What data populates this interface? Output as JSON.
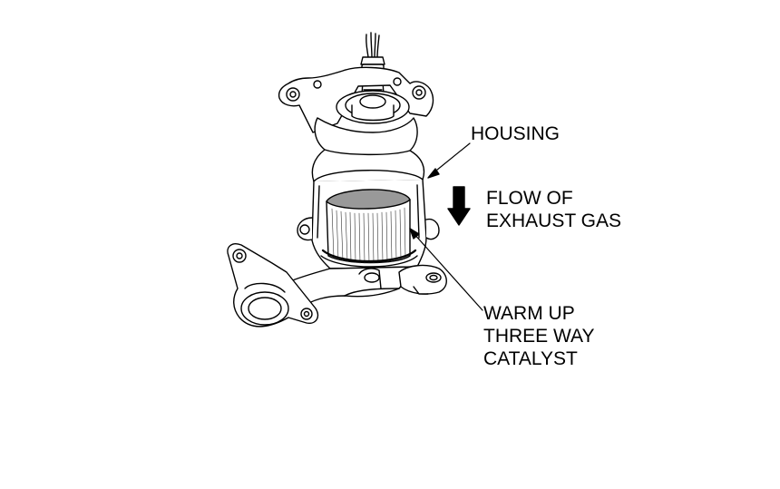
{
  "labels": {
    "housing": "HOUSING",
    "flow_line1": "FLOW OF",
    "flow_line2": "EXHAUST GAS",
    "catalyst_line1": "WARM UP",
    "catalyst_line2": "THREE WAY",
    "catalyst_line3": "CATALYST"
  },
  "icons": {
    "flow_arrow": "down-arrow-icon"
  },
  "colors": {
    "line": "#000000",
    "background": "#ffffff",
    "catalyst_top": "#999999"
  }
}
